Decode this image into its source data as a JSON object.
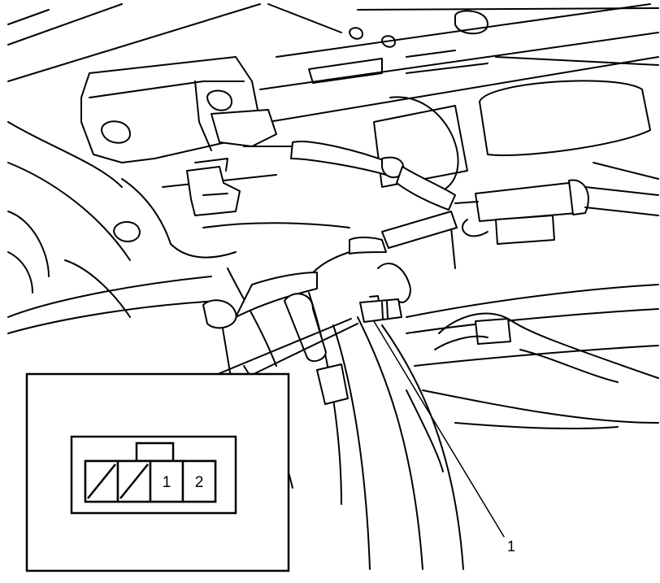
{
  "connector": {
    "pins": [
      {
        "label": "",
        "blank": true
      },
      {
        "label": "",
        "blank": true
      },
      {
        "label": "1",
        "blank": false
      },
      {
        "label": "2",
        "blank": false
      }
    ]
  },
  "callouts": [
    {
      "label": "1"
    }
  ]
}
